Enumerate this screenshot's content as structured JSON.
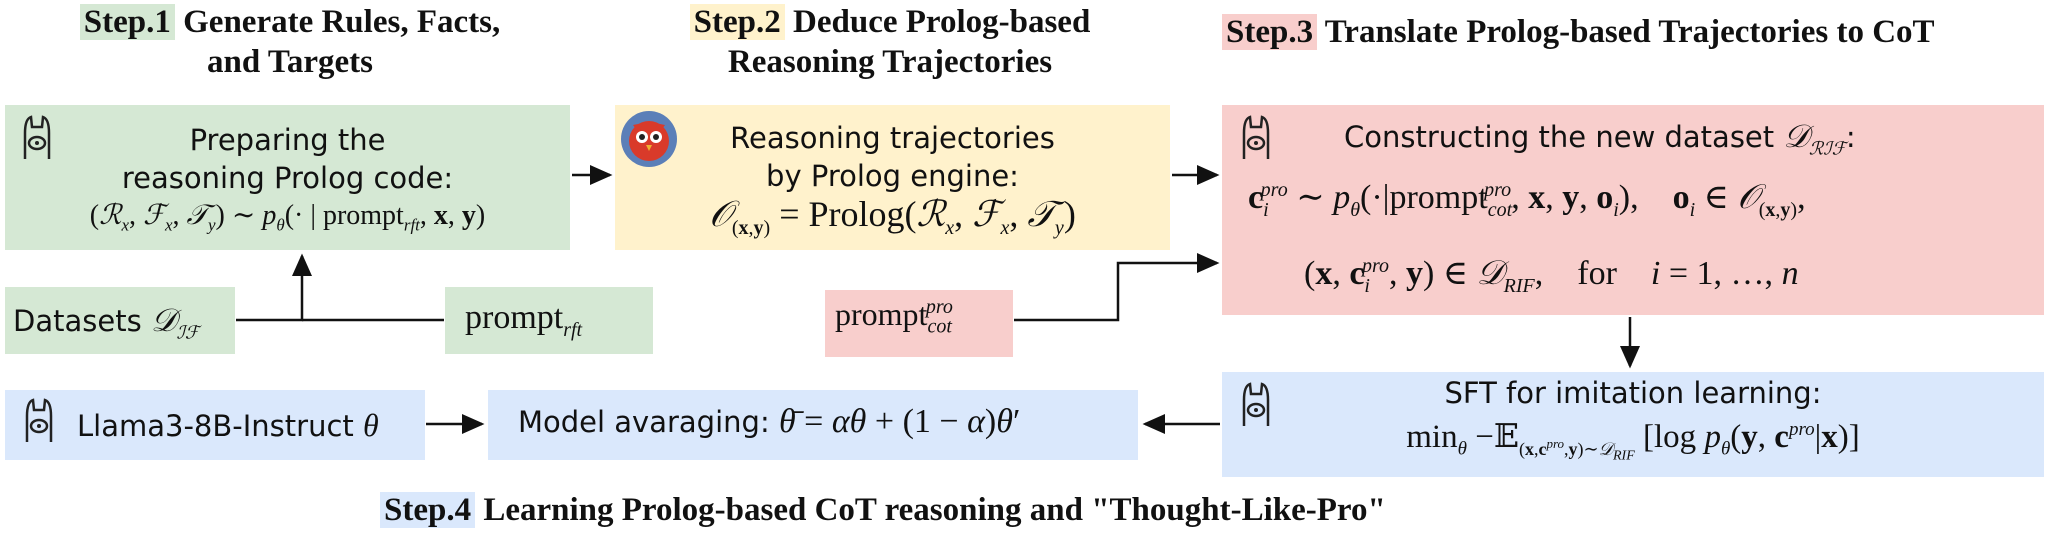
{
  "steps": {
    "s1": {
      "tag": "Step.1",
      "title_a": "Generate Rules, Facts,",
      "title_b": "and Targets"
    },
    "s2": {
      "tag": "Step.2",
      "title_a": "Deduce Prolog-based",
      "title_b": "Reasoning Trajectories"
    },
    "s3": {
      "tag": "Step.3",
      "title": "Translate Prolog-based Trajectories to CoT"
    },
    "s4": {
      "tag": "Step.4",
      "title": "Learning Prolog-based CoT reasoning and \"Thought-Like-Pro\""
    }
  },
  "boxes": {
    "prepare": {
      "line1": "Preparing the",
      "line2": "reasoning Prolog code:",
      "formula": "(ℛx, ℱx, 𝒯y) ∼ pθ(· | promptrft, x, y)"
    },
    "reasoning": {
      "line1": "Reasoning trajectories",
      "line2": "by Prolog engine:",
      "formula": "𝒪(x,y) = Prolog(ℛx, ℱx, 𝒯y)"
    },
    "construct": {
      "line1": "Constructing the new dataset 𝒟RIF:",
      "eq1": "ci^pro ∼ pθ(·|promptcot^pro, x, y, oi),    oi ∈ 𝒪(x,y),",
      "eq2": "(x, ci^pro, y) ∈ 𝒟RIF,    for    i = 1, …, n"
    },
    "datasets": {
      "label": "Datasets 𝒟ℐℱ"
    },
    "prompt_rft": {
      "label": "promptrft"
    },
    "prompt_cot": {
      "label": "promptcot^pro"
    },
    "llama": {
      "label": "Llama3-8B-Instruct θ"
    },
    "averaging": {
      "label": "Model avaraging: θ̄ = αθ + (1 − α)θ′"
    },
    "sft": {
      "line1": "SFT for imitation learning:",
      "formula": "minθ −𝔼(x,cpro,y)∼𝒟RIF [log pθ(y, cpro|x)]"
    }
  },
  "colors": {
    "green": "#d5e8d4",
    "yellow": "#fff2cc",
    "red": "#f8cecc",
    "blue": "#dae8fc"
  },
  "icons": [
    "llama-icon",
    "prolog-owl-icon"
  ]
}
